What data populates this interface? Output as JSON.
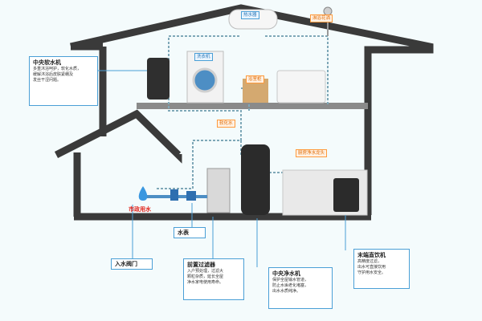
{
  "labels": {
    "central_softener": {
      "title": "中央软水机",
      "desc": "多重沐浴呵护，软化水质，\n缓解沐浴后皮肤紧绷及\n发丝干涩问题。"
    },
    "inlet_valve": {
      "title": "入水阀门"
    },
    "water_meter": {
      "title": "水表"
    },
    "pre_filter": {
      "title": "前置过滤器",
      "desc": "入户预处理，过滤大\n颗粒杂质，延长全屋\n净水家电使用寿命。"
    },
    "central_purifier": {
      "title": "中央净水机",
      "desc": "保护全屋输水管道，\n防止水垢老化堵塞，\n出水水质纯净。"
    },
    "terminal_dispenser": {
      "title": "末端直饮机",
      "desc": "高精度过滤，\n出水可直接饮用\n守护用水安全。"
    }
  },
  "tags": {
    "water_heater": "热水器",
    "shower": "淋浴花洒",
    "washer": "洗衣机",
    "bathroom_cabinet": "浴室柜",
    "softened_water": "软化水",
    "kitchen_water": "厨房净水龙头",
    "municipal_water": "市政用水"
  },
  "colors": {
    "house_outline": "#3a3a3a",
    "pipe": "#7fa8b8",
    "label_border": "#4a9fd6",
    "accent_red": "#e2231a",
    "tag_orange": "#ff9a3c"
  }
}
